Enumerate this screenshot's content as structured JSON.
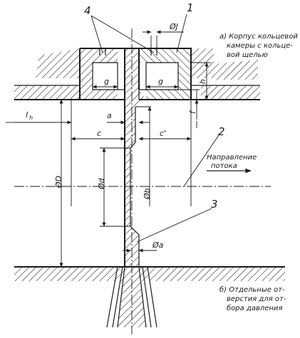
{
  "labels": {
    "n1": "1",
    "n2": "2",
    "n3": "3",
    "n4": "4",
    "dim_j": "ØJ",
    "dim_g_left": "g",
    "dim_g_right": "g",
    "dim_h": "h",
    "dim_f": "f",
    "dim_a": "a",
    "dim_c": "c",
    "dim_c_prime": "c'",
    "dim_lh": "l",
    "dim_lh_sub": "h",
    "dim_D": "ØD",
    "dim_d": "Ød",
    "dim_b": "Øb",
    "dim_a_dia": "Øa"
  },
  "notes": {
    "a_line1": "а) Корпус кольцевой",
    "a_line2": "камеры с кольце-",
    "a_line3": "вой щелью",
    "b_line1": "б) Отдельные от-",
    "b_line2": "верстия для от-",
    "b_line3": "бора давления",
    "flow_line1": "Направление",
    "flow_line2": "потока"
  }
}
